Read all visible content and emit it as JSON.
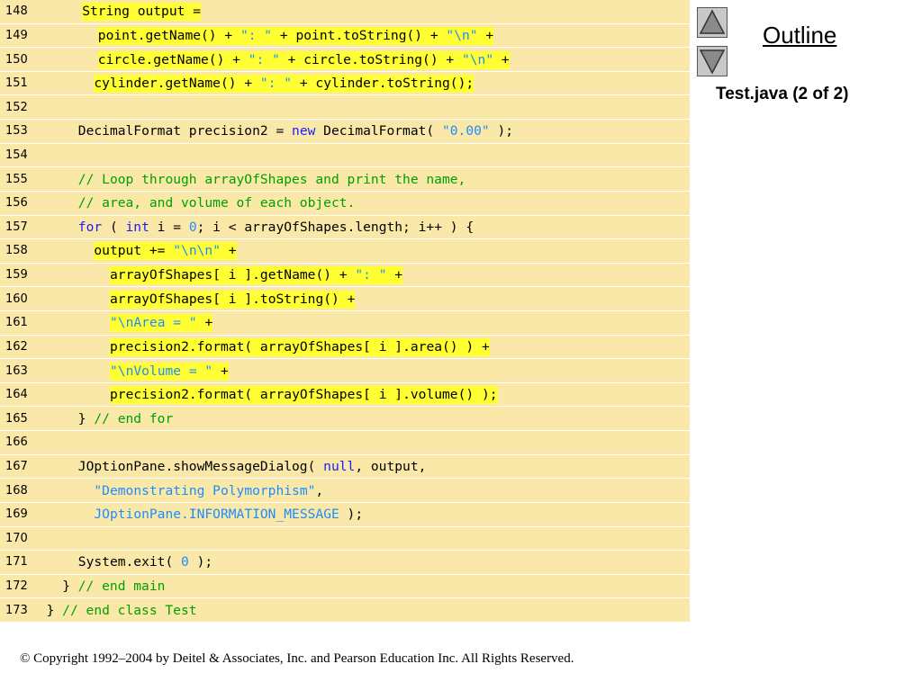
{
  "outline": {
    "title": "Outline",
    "file_label": "Test.java (2 of 2)"
  },
  "copyright": "© Copyright 1992–2004 by Deitel & Associates, Inc. and Pearson Education Inc. All Rights Reserved.",
  "icons": {
    "up": "triangle-up-icon",
    "down": "triangle-down-icon"
  },
  "colors": {
    "panel": "#fae8a8",
    "highlight": "#ffff33",
    "keyword": "#1a1aff",
    "string": "#1e8cff",
    "comment": "#00a000"
  },
  "code_lines": [
    {
      "num": "148",
      "indent": 13,
      "highlight": true,
      "tokens": [
        {
          "t": "tx",
          "v": "String output ="
        }
      ]
    },
    {
      "num": "149",
      "indent": 17,
      "highlight": true,
      "tokens": [
        {
          "t": "tx",
          "v": "point.getName() + "
        },
        {
          "t": "str",
          "v": "\": \""
        },
        {
          "t": "tx",
          "v": " + point.toString() + "
        },
        {
          "t": "str",
          "v": "\"\\n\""
        },
        {
          "t": "tx",
          "v": " +"
        }
      ]
    },
    {
      "num": "150",
      "indent": 17,
      "highlight": true,
      "tokens": [
        {
          "t": "tx",
          "v": "circle.getName() + "
        },
        {
          "t": "str",
          "v": "\": \""
        },
        {
          "t": "tx",
          "v": " + circle.toString() + "
        },
        {
          "t": "str",
          "v": "\"\\n\""
        },
        {
          "t": "tx",
          "v": " +"
        }
      ]
    },
    {
      "num": "151",
      "indent": 16,
      "highlight": true,
      "tokens": [
        {
          "t": "tx",
          "v": "cylinder.getName() + "
        },
        {
          "t": "str",
          "v": "\": \""
        },
        {
          "t": "tx",
          "v": " + cylinder.toString();"
        }
      ]
    },
    {
      "num": "152",
      "indent": 0,
      "highlight": false,
      "tokens": []
    },
    {
      "num": "153",
      "indent": 12,
      "highlight": false,
      "tokens": [
        {
          "t": "tx",
          "v": "DecimalFormat precision2 = "
        },
        {
          "t": "kw",
          "v": "new"
        },
        {
          "t": "tx",
          "v": " DecimalFormat( "
        },
        {
          "t": "str",
          "v": "\"0.00\""
        },
        {
          "t": "tx",
          "v": " );"
        }
      ]
    },
    {
      "num": "154",
      "indent": 0,
      "highlight": false,
      "tokens": []
    },
    {
      "num": "155",
      "indent": 12,
      "highlight": false,
      "tokens": [
        {
          "t": "cm",
          "v": "// Loop through arrayOfShapes and print the name,"
        }
      ]
    },
    {
      "num": "156",
      "indent": 12,
      "highlight": false,
      "tokens": [
        {
          "t": "cm",
          "v": "// area, and volume of each object."
        }
      ]
    },
    {
      "num": "157",
      "indent": 12,
      "highlight": false,
      "tokens": [
        {
          "t": "kw",
          "v": "for"
        },
        {
          "t": "tx",
          "v": " ( "
        },
        {
          "t": "kw",
          "v": "int"
        },
        {
          "t": "tx",
          "v": " i = "
        },
        {
          "t": "str",
          "v": "0"
        },
        {
          "t": "tx",
          "v": "; i < arrayOfShapes.length; i++ ) {"
        }
      ]
    },
    {
      "num": "158",
      "indent": 16,
      "highlight": true,
      "tokens": [
        {
          "t": "tx",
          "v": "output += "
        },
        {
          "t": "str",
          "v": "\"\\n\\n\""
        },
        {
          "t": "tx",
          "v": " +"
        }
      ]
    },
    {
      "num": "159",
      "indent": 20,
      "highlight": true,
      "tokens": [
        {
          "t": "tx",
          "v": "arrayOfShapes[ i ].getName() + "
        },
        {
          "t": "str",
          "v": "\": \""
        },
        {
          "t": "tx",
          "v": " +"
        }
      ]
    },
    {
      "num": "160",
      "indent": 20,
      "highlight": true,
      "tokens": [
        {
          "t": "tx",
          "v": "arrayOfShapes[ i ].toString() +"
        }
      ]
    },
    {
      "num": "161",
      "indent": 20,
      "highlight": true,
      "tokens": [
        {
          "t": "str",
          "v": "\"\\nArea = \""
        },
        {
          "t": "tx",
          "v": " +"
        }
      ]
    },
    {
      "num": "162",
      "indent": 20,
      "highlight": true,
      "tokens": [
        {
          "t": "tx",
          "v": "precision2.format( arrayOfShapes[ i ].area() ) +"
        }
      ]
    },
    {
      "num": "163",
      "indent": 20,
      "highlight": true,
      "tokens": [
        {
          "t": "str",
          "v": "\"\\nVolume = \""
        },
        {
          "t": "tx",
          "v": " +"
        }
      ]
    },
    {
      "num": "164",
      "indent": 20,
      "highlight": true,
      "tokens": [
        {
          "t": "tx",
          "v": "precision2.format( arrayOfShapes[ i ].volume() );"
        }
      ]
    },
    {
      "num": "165",
      "indent": 12,
      "highlight": false,
      "tokens": [
        {
          "t": "tx",
          "v": "} "
        },
        {
          "t": "cm",
          "v": "// end for"
        }
      ]
    },
    {
      "num": "166",
      "indent": 0,
      "highlight": false,
      "tokens": []
    },
    {
      "num": "167",
      "indent": 12,
      "highlight": false,
      "tokens": [
        {
          "t": "tx",
          "v": "JOptionPane.showMessageDialog( "
        },
        {
          "t": "kw",
          "v": "null"
        },
        {
          "t": "tx",
          "v": ", output,"
        }
      ]
    },
    {
      "num": "168",
      "indent": 16,
      "highlight": false,
      "tokens": [
        {
          "t": "str",
          "v": "\"Demonstrating Polymorphism\""
        },
        {
          "t": "tx",
          "v": ","
        }
      ]
    },
    {
      "num": "169",
      "indent": 16,
      "highlight": false,
      "tokens": [
        {
          "t": "str",
          "v": "JOptionPane.INFORMATION_MESSAGE"
        },
        {
          "t": "tx",
          "v": " );"
        }
      ]
    },
    {
      "num": "170",
      "indent": 0,
      "highlight": false,
      "tokens": []
    },
    {
      "num": "171",
      "indent": 12,
      "highlight": false,
      "tokens": [
        {
          "t": "tx",
          "v": "System.exit( "
        },
        {
          "t": "str",
          "v": "0"
        },
        {
          "t": "tx",
          "v": " );"
        }
      ]
    },
    {
      "num": "172",
      "indent": 8,
      "highlight": false,
      "tokens": [
        {
          "t": "tx",
          "v": "} "
        },
        {
          "t": "cm",
          "v": "// end main"
        }
      ]
    },
    {
      "num": "173",
      "indent": 4,
      "highlight": false,
      "tokens": [
        {
          "t": "tx",
          "v": "} "
        },
        {
          "t": "cm",
          "v": "// end class Test"
        }
      ]
    }
  ]
}
